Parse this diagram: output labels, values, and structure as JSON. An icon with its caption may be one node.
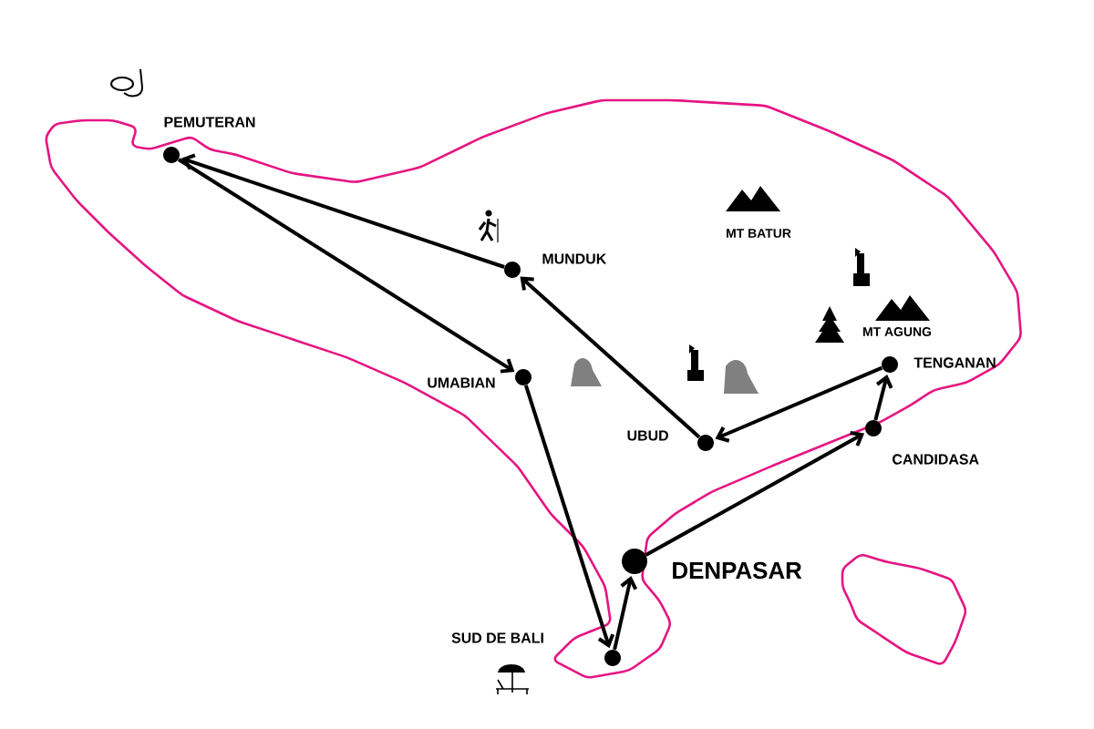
{
  "diagram": {
    "nodes": [
      {
        "text": [
          "PEMUTERAN"
        ]
      },
      {
        "text": [
          "MUNDUK"
        ]
      },
      {
        "text": [
          "UMABIAN"
        ]
      },
      {
        "text": [
          "UBUD"
        ]
      },
      {
        "text": [
          "TENGANAN"
        ]
      },
      {
        "text": [
          "CANDIDASA"
        ]
      },
      {
        "text": [
          "DENPASAR"
        ]
      },
      {
        "text": [
          "SUD DE BALI"
        ]
      }
    ],
    "edges": [
      {
        "from": 6,
        "to": 5,
        "arrow": "to"
      },
      {
        "from": 5,
        "to": 4,
        "arrow": "to"
      },
      {
        "from": 4,
        "to": 3,
        "arrow": "to"
      },
      {
        "from": 3,
        "to": 1,
        "arrow": "to"
      },
      {
        "from": 1,
        "to": 0,
        "arrow": "to"
      },
      {
        "from": 0,
        "to": 2,
        "arrow": "to"
      },
      {
        "from": 2,
        "to": 7,
        "arrow": "to"
      },
      {
        "from": 7,
        "to": 6,
        "arrow": "to"
      }
    ],
    "labels": [
      "MT BATUR",
      "MT AGUNG"
    ]
  }
}
